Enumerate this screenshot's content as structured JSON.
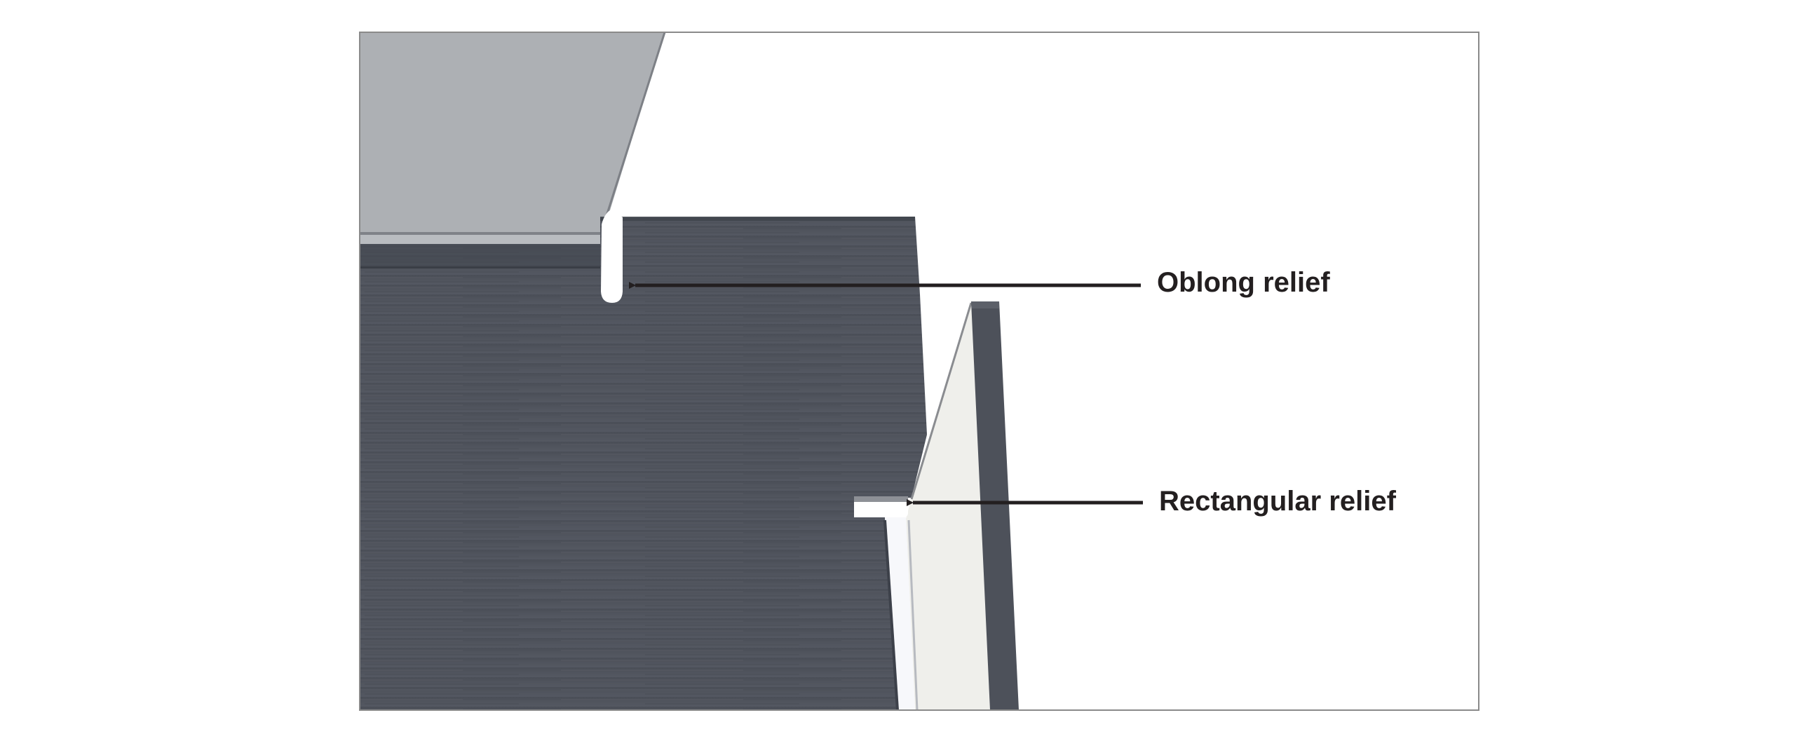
{
  "figure": {
    "type": "sheet-metal corner relief illustration",
    "frame_color": "#8a8a8a",
    "colors": {
      "background": "#ffffff",
      "upper_flange": "#adb0b4",
      "main_plate": "#50545d",
      "side_wall_inner": "#efefeb",
      "side_flange": "#4d515a",
      "relief_cutout": "#ffffff",
      "leader_line": "#231f20"
    }
  },
  "callouts": [
    {
      "id": "oblong",
      "label": "Oblong relief"
    },
    {
      "id": "rectangular",
      "label": "Rectangular relief"
    }
  ]
}
